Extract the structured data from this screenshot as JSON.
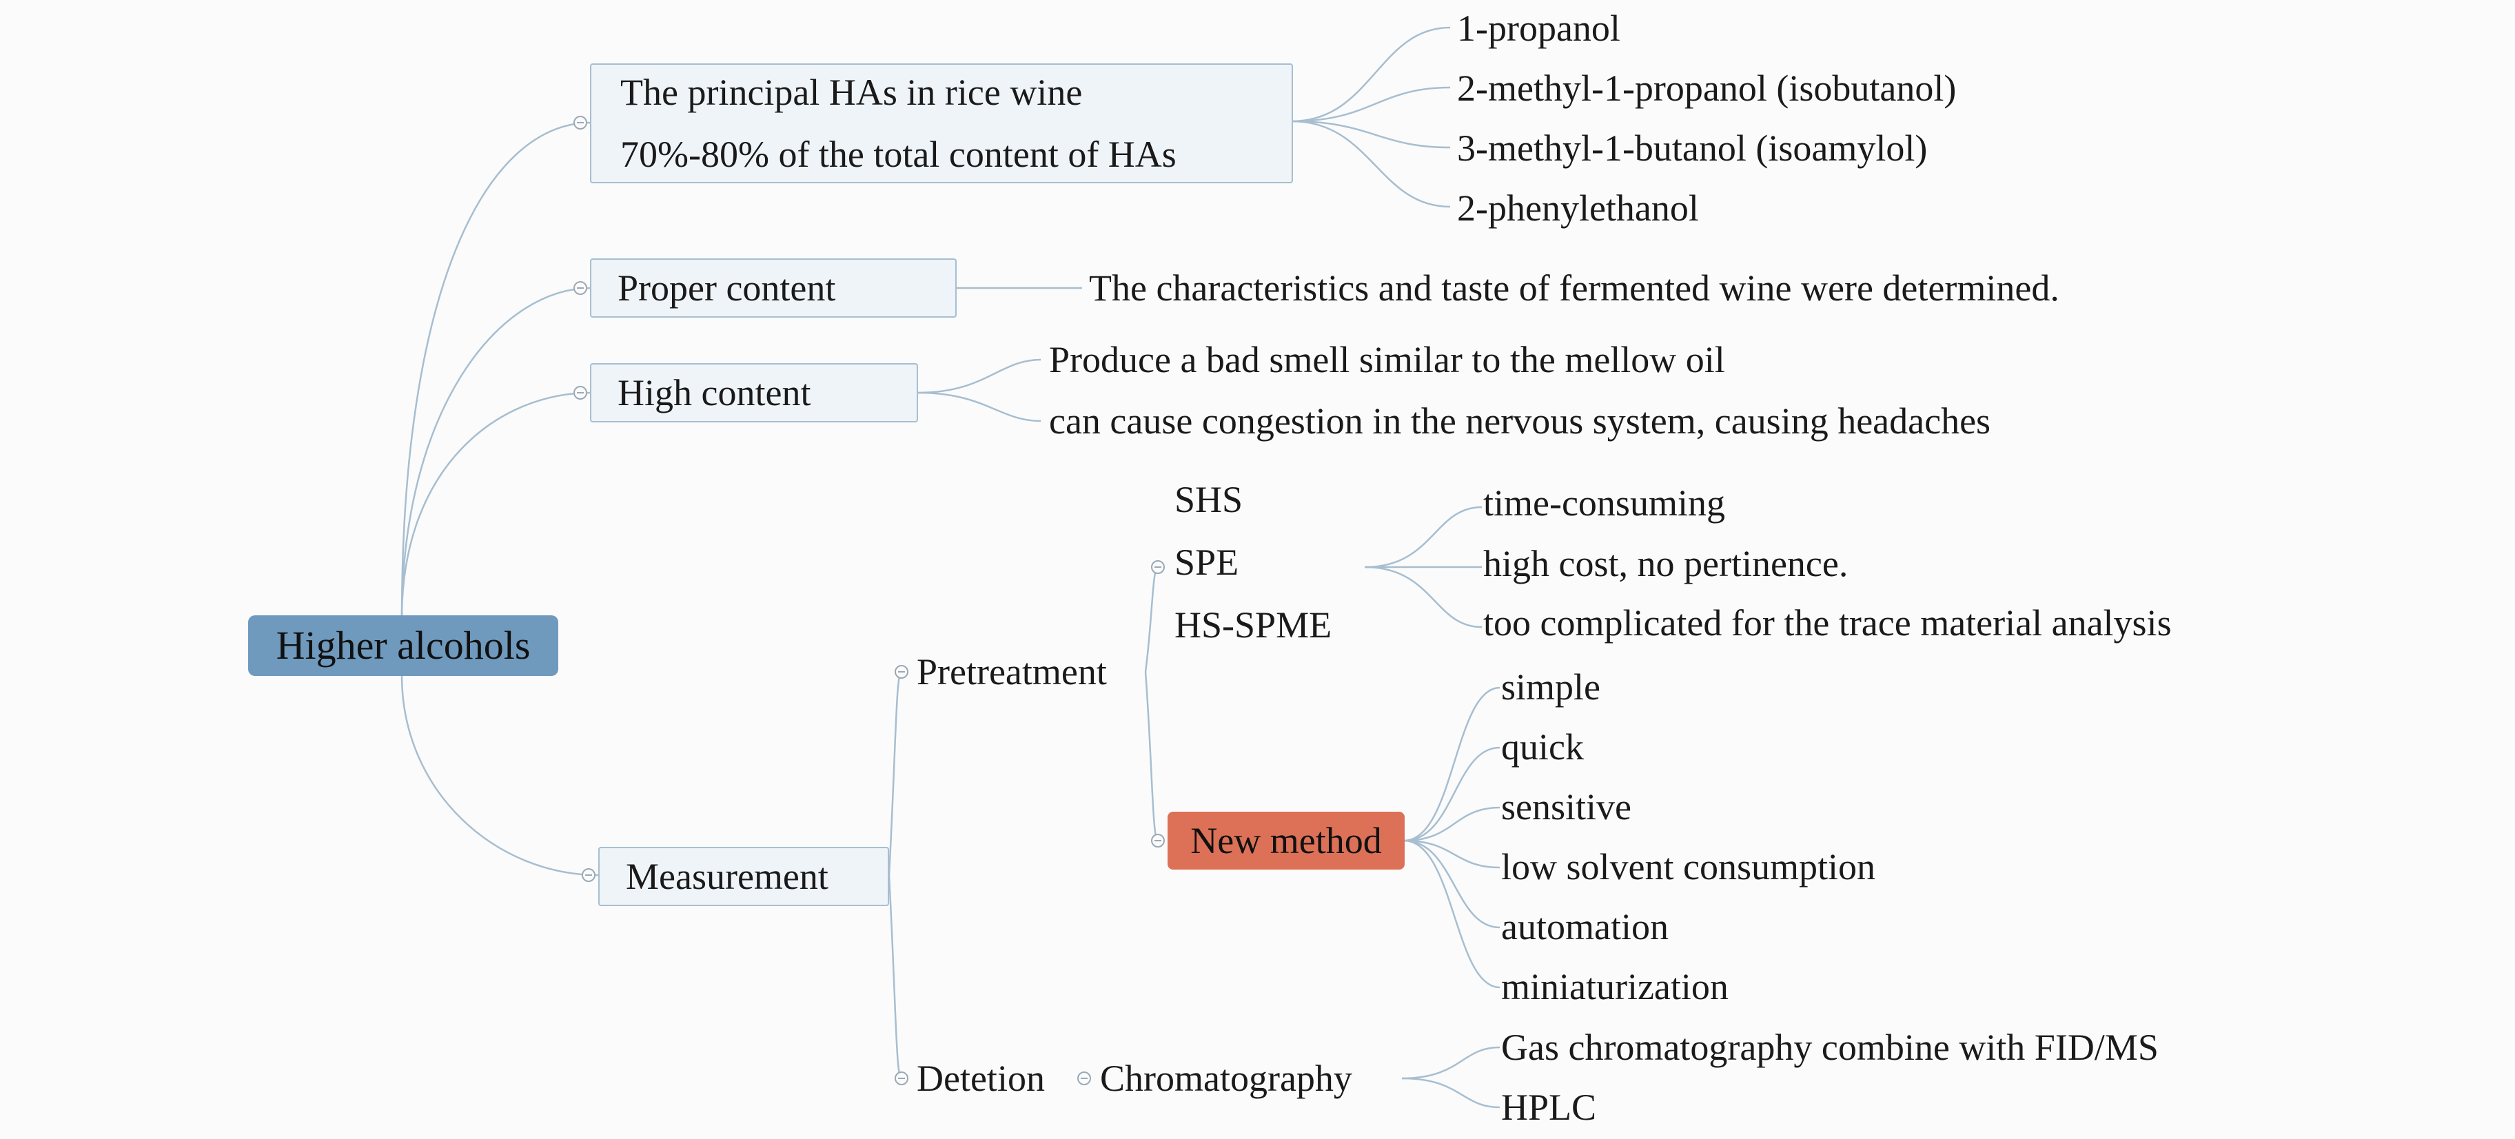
{
  "root": {
    "label": "Higher alcohols"
  },
  "principal": {
    "line1": "The principal HAs in rice wine",
    "line2": "70%-80% of the total content of HAs",
    "children": [
      "1-propanol",
      "2-methyl-1-propanol (isobutanol)",
      "3-methyl-1-butanol (isoamylol)",
      "2-phenylethanol"
    ]
  },
  "proper": {
    "label": "Proper content",
    "detail": "The characteristics and taste of fermented wine were determined."
  },
  "high": {
    "label": "High content",
    "children": [
      "Produce a bad smell similar to the mellow oil",
      "can cause congestion in the nervous system, causing headaches"
    ]
  },
  "measurement": {
    "label": "Measurement",
    "pretreatment": {
      "label": "Pretreatment",
      "shs": "SHS",
      "spe": "SPE",
      "hsspme": "HS-SPME",
      "spe_notes": [
        "time-consuming",
        "high cost, no pertinence.",
        "too complicated for the trace material analysis"
      ],
      "new_method": {
        "label": "New method",
        "traits": [
          "simple",
          "quick",
          "sensitive",
          "low solvent consumption",
          "automation",
          "miniaturization"
        ]
      }
    },
    "detection": {
      "label": "Detetion",
      "chromatography": {
        "label": "Chromatography",
        "children": [
          "Gas chromatography combine with FID/MS",
          "HPLC"
        ]
      }
    }
  },
  "colors": {
    "root": "#6f9abd",
    "accent": "#dc7158",
    "line": "#a7bed0",
    "box": "#eff4f8"
  }
}
